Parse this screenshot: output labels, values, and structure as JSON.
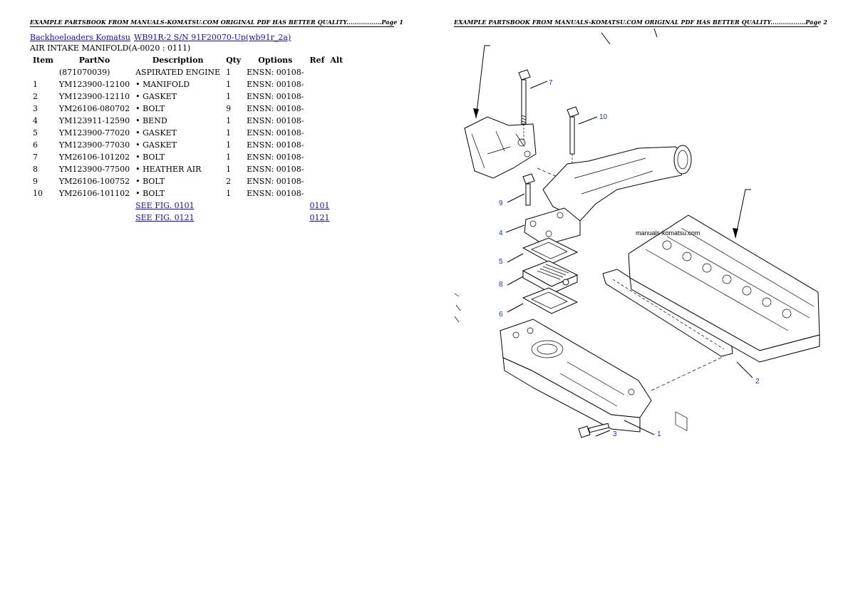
{
  "header": {
    "page1": "EXAMPLE PARTSBOOK FROM MANUALS-KOMATSU.COM ORIGINAL PDF HAS BETTER QUALITY.................Page 1",
    "page2": "EXAMPLE PARTSBOOK FROM MANUALS-KOMATSU.COM ORIGINAL PDF HAS BETTER QUALITY.................Page 2"
  },
  "breadcrumb": {
    "category": "Backhoeloaders Komatsu",
    "model": "WB91R-2 S/N 91F20070-Up(wb91r_2a)"
  },
  "section_title": "AIR INTAKE MANIFOLD(A-0020 : 0111)",
  "table": {
    "columns": [
      "Item",
      "PartNo",
      "Description",
      "Qty",
      "Options",
      "Ref",
      "Alt"
    ],
    "rows": [
      {
        "item": "",
        "partno": "(871070039)",
        "desc": "ASPIRATED ENGINE",
        "qty": "1",
        "options": "ENSN: 00108-"
      },
      {
        "item": "1",
        "partno": "YM123900-12100",
        "desc": "• MANIFOLD",
        "qty": "1",
        "options": "ENSN: 00108-"
      },
      {
        "item": "2",
        "partno": "YM123900-12110",
        "desc": "• GASKET",
        "qty": "1",
        "options": "ENSN: 00108-"
      },
      {
        "item": "3",
        "partno": "YM26106-080702",
        "desc": "• BOLT",
        "qty": "9",
        "options": "ENSN: 00108-"
      },
      {
        "item": "4",
        "partno": "YM123911-12590",
        "desc": "• BEND",
        "qty": "1",
        "options": "ENSN: 00108-"
      },
      {
        "item": "5",
        "partno": "YM123900-77020",
        "desc": "• GASKET",
        "qty": "1",
        "options": "ENSN: 00108-"
      },
      {
        "item": "6",
        "partno": "YM123900-77030",
        "desc": "• GASKET",
        "qty": "1",
        "options": "ENSN: 00108-"
      },
      {
        "item": "7",
        "partno": "YM26106-101202",
        "desc": "• BOLT",
        "qty": "1",
        "options": "ENSN: 00108-"
      },
      {
        "item": "8",
        "partno": "YM123900-77500",
        "desc": "• HEATHER AIR",
        "qty": "1",
        "options": "ENSN: 00108-"
      },
      {
        "item": "9",
        "partno": "YM26106-100752",
        "desc": "• BOLT",
        "qty": "2",
        "options": "ENSN: 00108-"
      },
      {
        "item": "10",
        "partno": "YM26106-101102",
        "desc": "• BOLT",
        "qty": "1",
        "options": "ENSN: 00108-"
      }
    ],
    "see_links": [
      {
        "label": "SEE FIG. 0101",
        "ref": "0101"
      },
      {
        "label": "SEE FIG. 0121",
        "ref": "0121"
      }
    ]
  },
  "diagram": {
    "watermark": "manuals-komatsu.com",
    "callouts": [
      "7",
      "10",
      "9",
      "4",
      "5",
      "8",
      "6",
      "2",
      "3",
      "1"
    ],
    "callout_color": "#1a2fb0"
  }
}
